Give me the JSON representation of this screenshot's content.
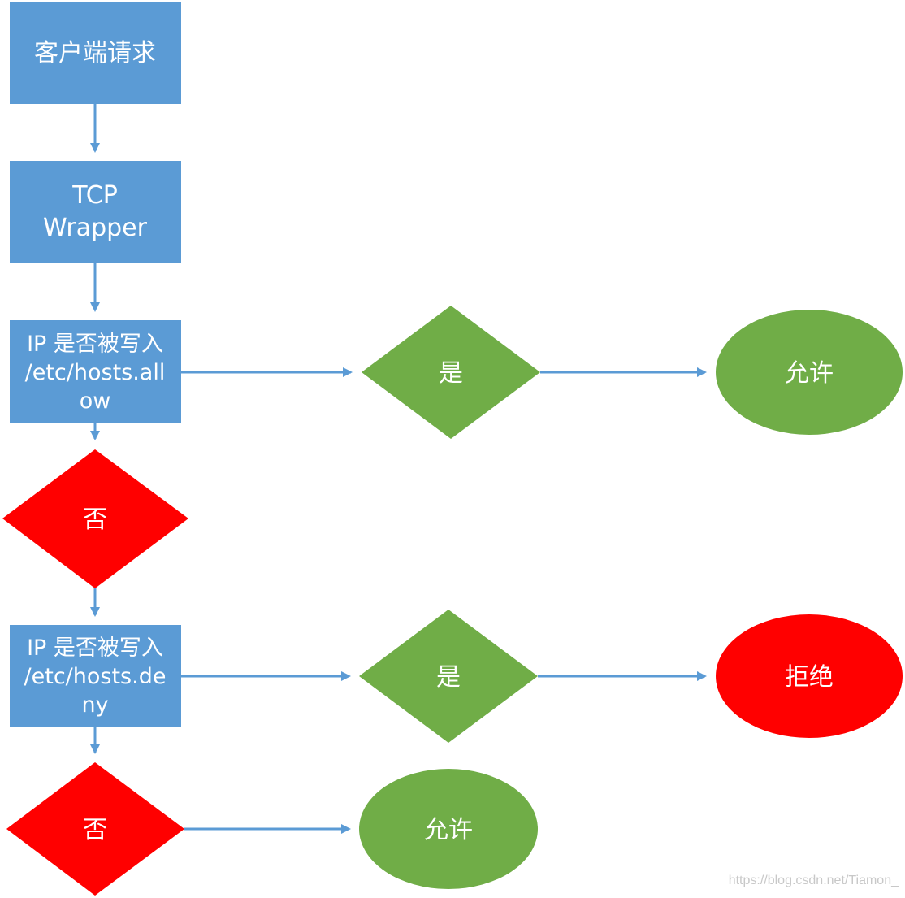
{
  "colors": {
    "process_box": "#5b9bd5",
    "yes_decision": "#70ad47",
    "no_decision": "#ff0000",
    "allow_terminal": "#70ad47",
    "deny_terminal": "#ff0000",
    "edge": "#5b9bd5",
    "text": "#ffffff"
  },
  "nodes": {
    "client_request": "客户端请求",
    "tcp_wrapper": {
      "line1": "TCP",
      "line2": "Wrapper"
    },
    "check_allow": {
      "line1": "IP 是否被写入",
      "line2": "/etc/hosts.all",
      "line3": "ow"
    },
    "allow_yes": "是",
    "allow_result": "允许",
    "allow_no": "否",
    "check_deny": {
      "line1": "IP 是否被写入",
      "line2": "/etc/hosts.de",
      "line3": "ny"
    },
    "deny_yes": "是",
    "deny_result": "拒绝",
    "deny_no": "否",
    "final_result": "允许"
  },
  "watermark": "https://blog.csdn.net/Tiamon_"
}
